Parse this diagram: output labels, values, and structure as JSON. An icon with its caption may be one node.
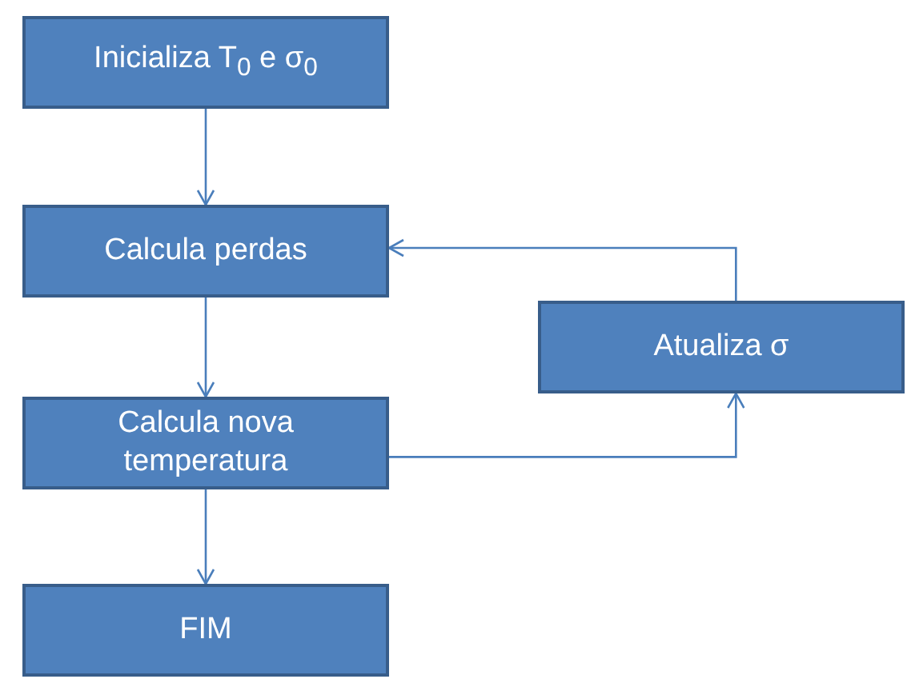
{
  "diagram": {
    "nodes": [
      {
        "text": [
          "Inicializa T$_{0}$ e σ$_{0}$"
        ]
      },
      {
        "text": [
          "Calcula perdas"
        ]
      },
      {
        "text": [
          "Calcula nova temperatura"
        ]
      },
      {
        "text": [
          "FIM"
        ]
      },
      {
        "text": [
          "Atualiza σ"
        ]
      }
    ],
    "edges": [
      {
        "from": 0,
        "to": 1,
        "arrow": "to"
      },
      {
        "from": 1,
        "to": 2,
        "arrow": "to"
      },
      {
        "from": 2,
        "to": 3,
        "arrow": "to"
      },
      {
        "from": 2,
        "to": 4,
        "arrow": "to"
      },
      {
        "from": 4,
        "to": 1,
        "arrow": "to"
      }
    ]
  }
}
